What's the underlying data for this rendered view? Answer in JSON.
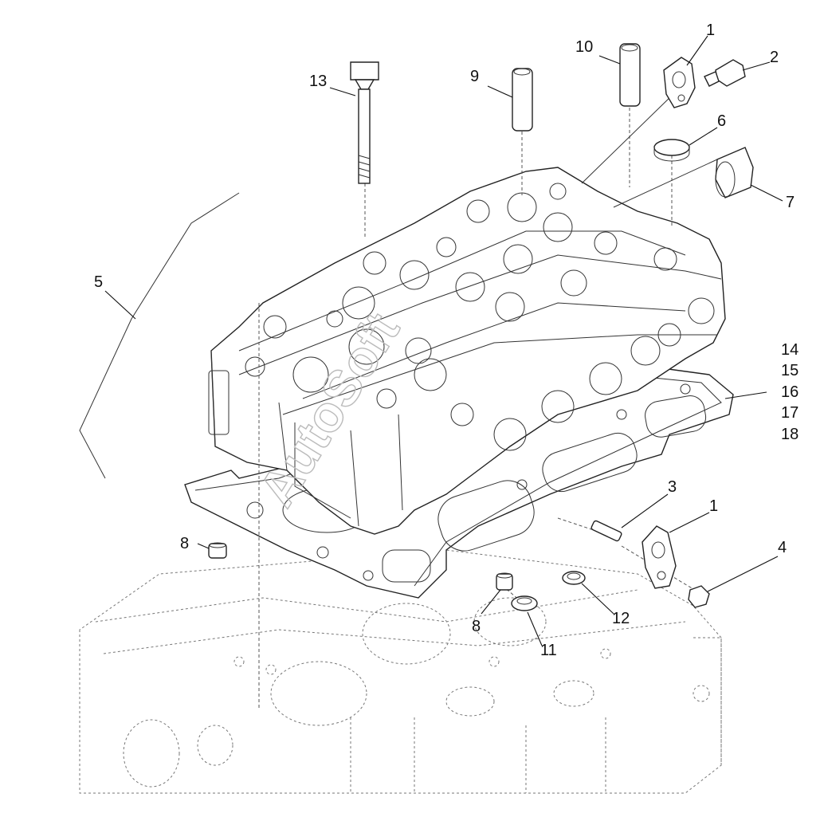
{
  "callouts": {
    "c1a": "1",
    "c2": "2",
    "c13": "13",
    "c9": "9",
    "c10": "10",
    "c6": "6",
    "c7": "7",
    "c5": "5",
    "c14": "14",
    "c15": "15",
    "c16": "16",
    "c17": "17",
    "c18": "18",
    "c3": "3",
    "c1b": "1",
    "c4": "4",
    "c8a": "8",
    "c8b": "8",
    "c12": "12",
    "c11": "11"
  },
  "watermark": "AutoSoft"
}
